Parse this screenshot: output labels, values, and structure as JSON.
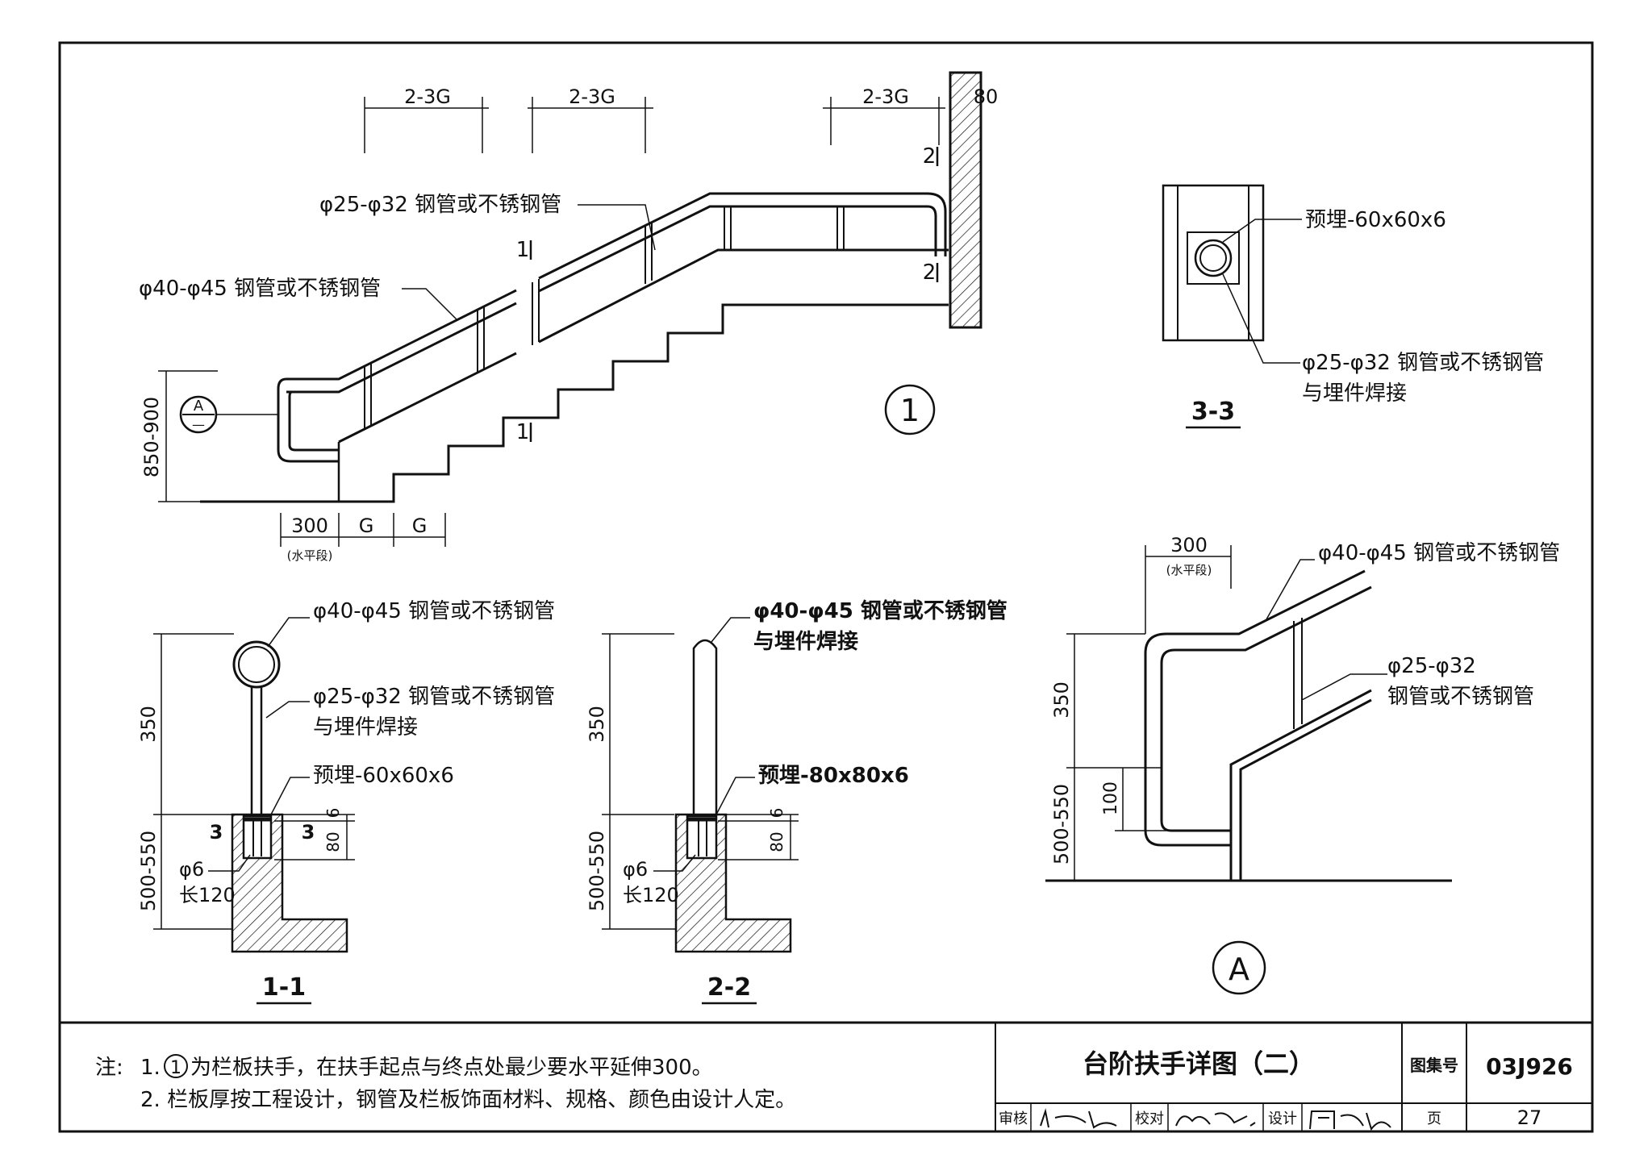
{
  "main_view": {
    "top_dims": [
      "2-3G",
      "2-3G",
      "2-3G"
    ],
    "wall_dim": "80",
    "upper_rail": "φ25-φ32 钢管或不锈钢管",
    "lower_rail": "φ40-φ45 钢管或不锈钢管",
    "height_dim": "850-900",
    "bottom_dims": [
      "300",
      "G",
      "G"
    ],
    "horizontal_note": "(水平段)",
    "detail_ref_top": "A",
    "detail_ref_bottom": "—",
    "section_label_top": "1",
    "section_label_bottom": "1",
    "section2_label_top": "2",
    "section2_label_bottom": "2",
    "label": "1"
  },
  "section_33": {
    "embed": "预埋-60x60x6",
    "pipe": "φ25-φ32 钢管或不锈钢管",
    "weld": "与埋件焊接",
    "title": "3-3"
  },
  "section_11": {
    "rail": "φ40-φ45 钢管或不锈钢管",
    "post": "φ25-φ32 钢管或不锈钢管",
    "weld": "与埋件焊接",
    "embed": "预埋-60x60x6",
    "dim_upper": "350",
    "dim_lower": "500-550",
    "dim_6": "6",
    "dim_80": "80",
    "cut": "3",
    "rebar": "φ6",
    "rebar_len": "长120",
    "title": "1-1"
  },
  "section_22": {
    "rail": "φ40-φ45 钢管或不锈钢管",
    "weld": "与埋件焊接",
    "embed": "预埋-80x80x6",
    "dim_upper": "350",
    "dim_lower": "500-550",
    "dim_6": "6",
    "dim_80": "80",
    "rebar": "φ6",
    "rebar_len": "长120",
    "title": "2-2"
  },
  "detail_a": {
    "dim_top": "300",
    "horizontal_note": "(水平段)",
    "rail": "φ40-φ45 钢管或不锈钢管",
    "post_size": "φ25-φ32",
    "post_material": "钢管或不锈钢管",
    "dim_350": "350",
    "dim_100": "100",
    "dim_lower": "500-550",
    "label": "A"
  },
  "title_block": {
    "notes_prefix": "注:",
    "note1_num": "1.",
    "note1_circle": "1",
    "note1_text": "为栏板扶手，在扶手起点与终点处最少要水平延伸300。",
    "note2": "2. 栏板厚按工程设计，钢管及栏板饰面材料、规格、颜色由设计人定。",
    "drawing_title": "台阶扶手详图（二）",
    "atlas_label": "图集号",
    "atlas_number": "03J926",
    "review_label": "审核",
    "check_label": "校对",
    "design_label": "设计",
    "page_label": "页",
    "page_number": "27"
  }
}
